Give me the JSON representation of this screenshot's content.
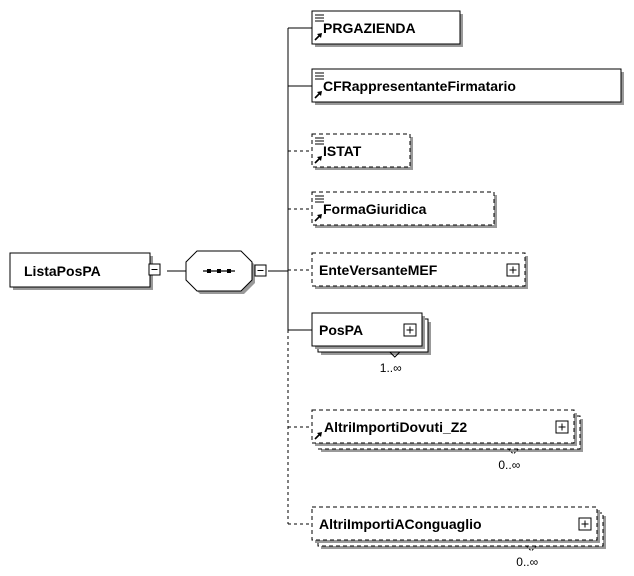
{
  "root": {
    "label": "ListaPosPA"
  },
  "sequence": {
    "compositor": "sequence"
  },
  "children": [
    {
      "id": "prgazienda",
      "label": "PRGAZIENDA",
      "kind": "simple",
      "optional": false
    },
    {
      "id": "cfrappresentante",
      "label": "CFRappresentanteFirmatario",
      "kind": "simple",
      "optional": false
    },
    {
      "id": "istat",
      "label": "ISTAT",
      "kind": "simple",
      "optional": true
    },
    {
      "id": "formagiuridica",
      "label": "FormaGiuridica",
      "kind": "simple",
      "optional": true
    },
    {
      "id": "enteversantemef",
      "label": "EnteVersanteMEF",
      "kind": "complex",
      "optional": true
    },
    {
      "id": "pospa",
      "label": "PosPA",
      "kind": "complex",
      "optional": false,
      "cardinality": "1..∞"
    },
    {
      "id": "altriimportidovuti",
      "label": "AltriImportiDovuti_Z2",
      "kind": "complex-ref",
      "optional": true,
      "cardinality": "0..∞"
    },
    {
      "id": "altriimporticonguaglio",
      "label": "AltriImportiAConguaglio",
      "kind": "complex",
      "optional": true,
      "cardinality": "0..∞"
    }
  ]
}
